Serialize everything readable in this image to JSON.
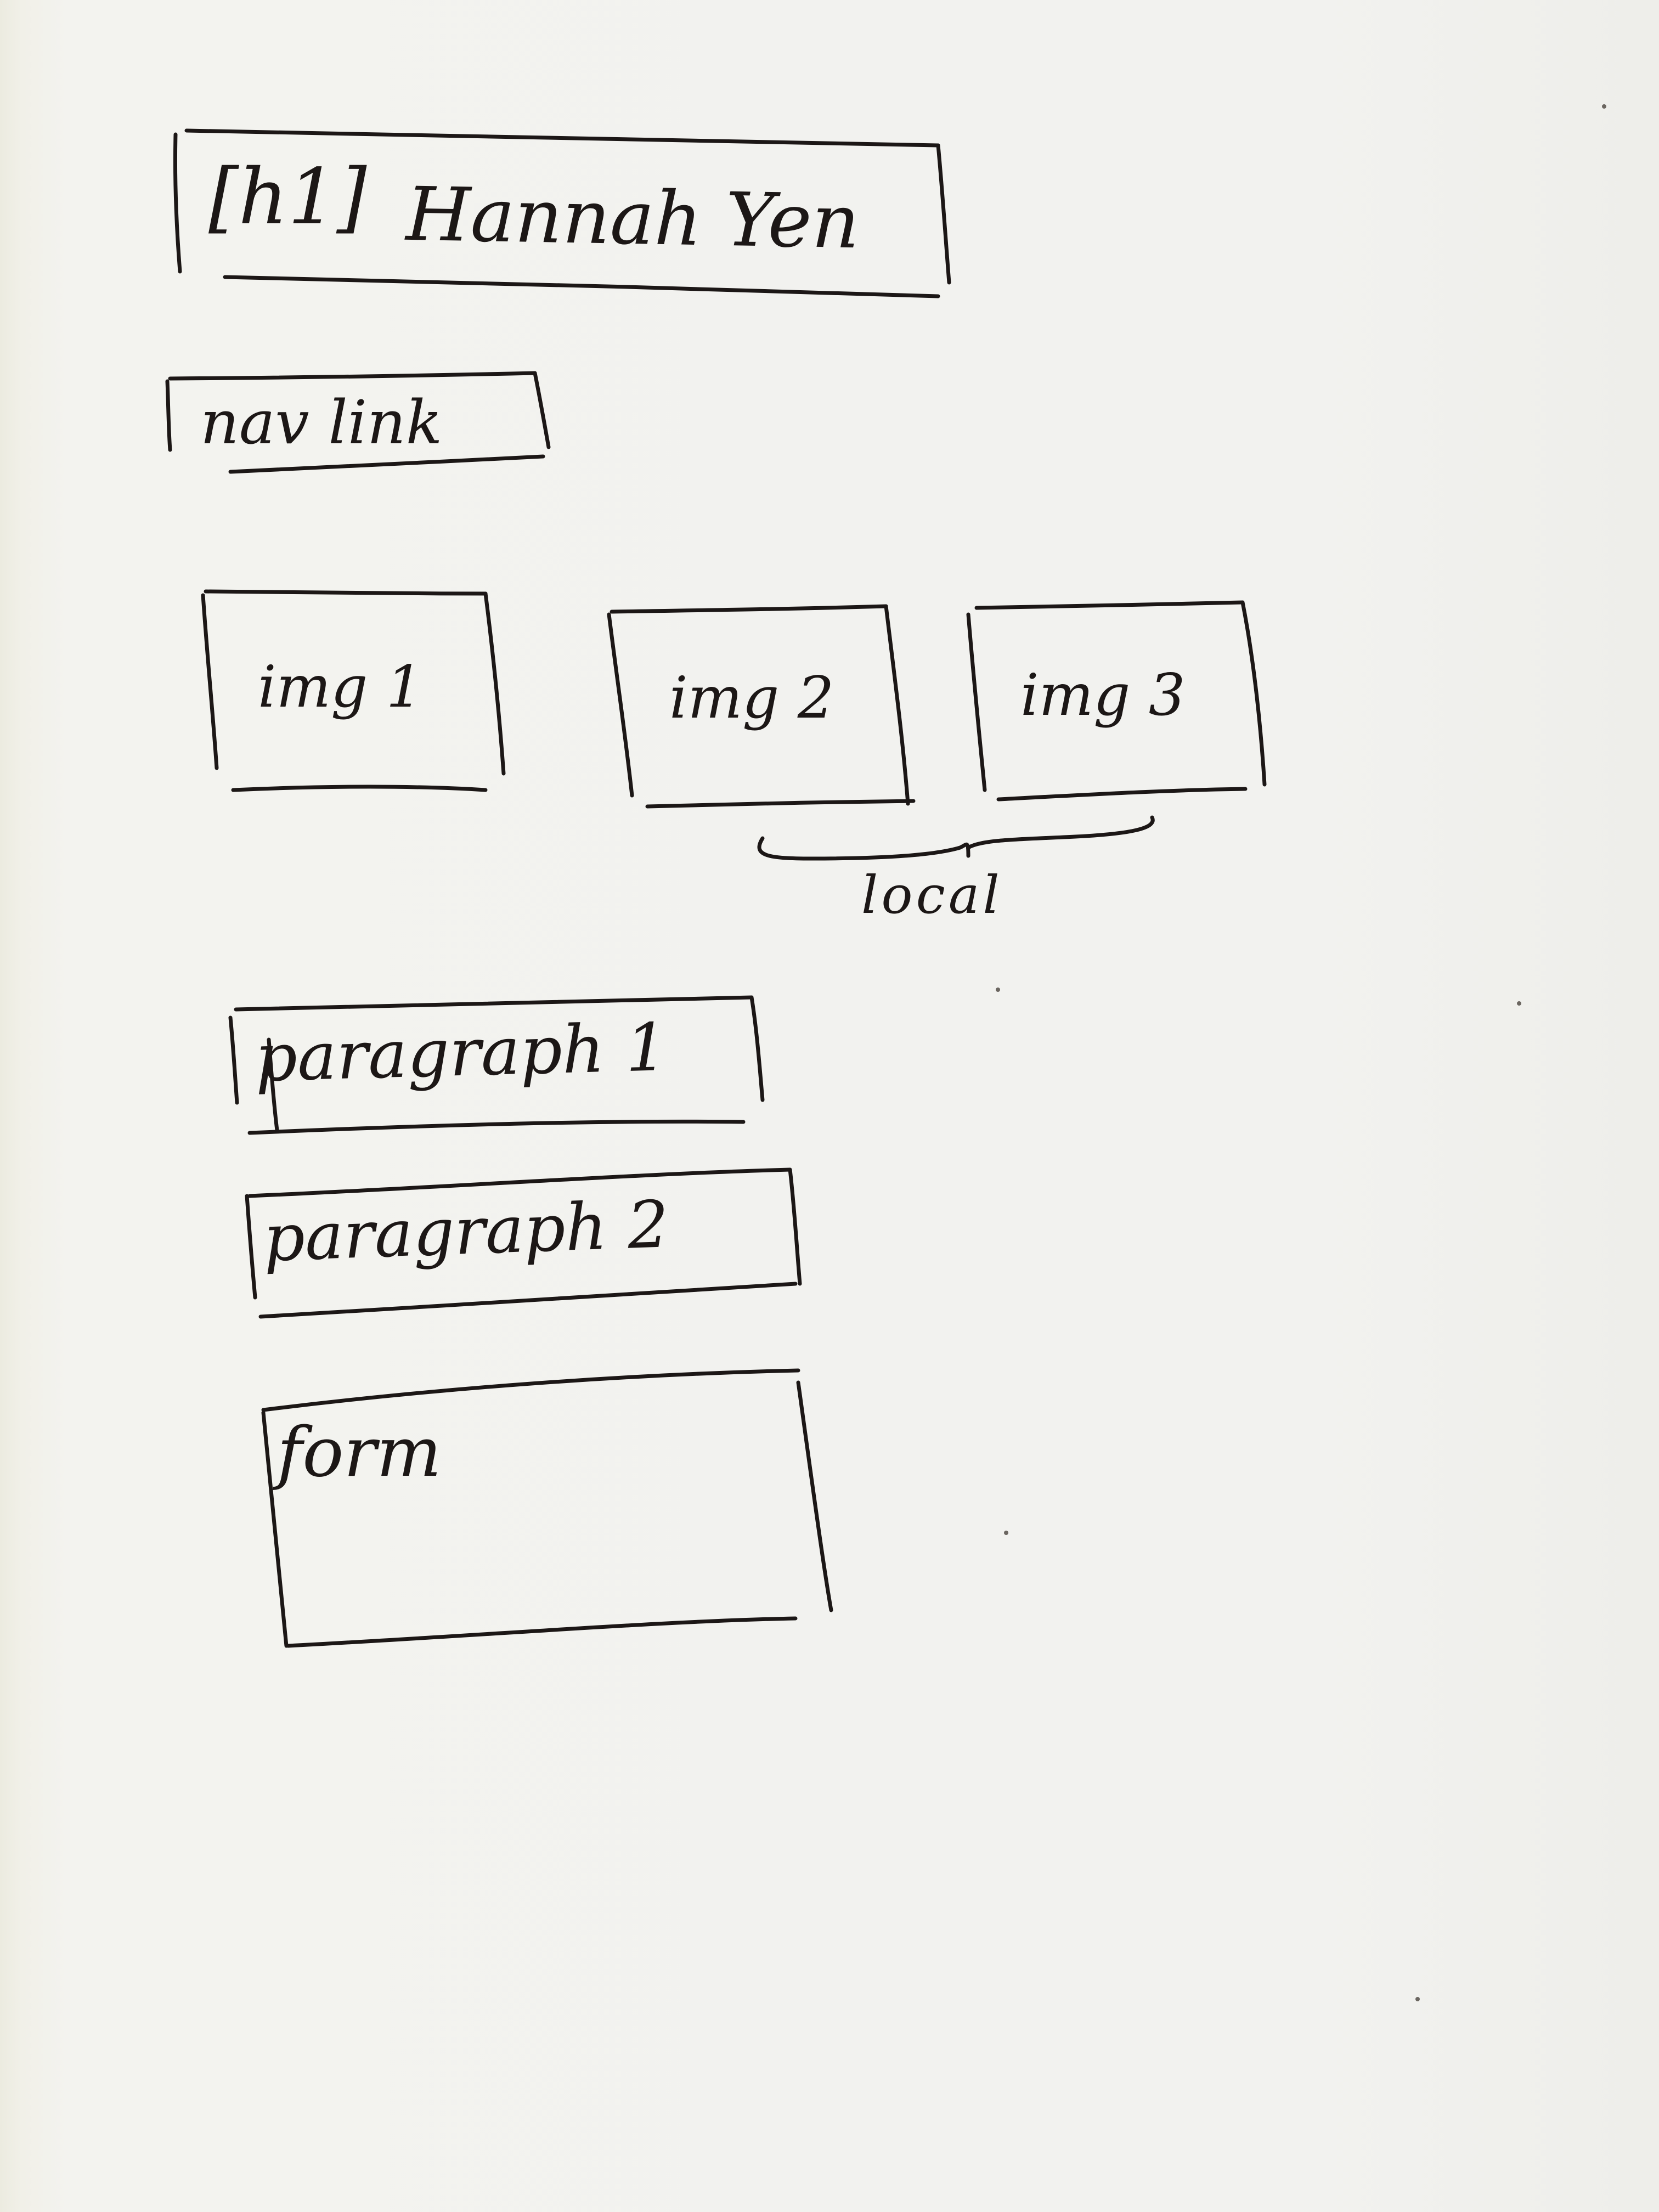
{
  "heading": {
    "tag": "[h1]",
    "name": "Hannah Yen"
  },
  "nav": {
    "label": "nav link"
  },
  "images": [
    {
      "label": "img 1"
    },
    {
      "label": "img 2"
    },
    {
      "label": "img 3"
    }
  ],
  "local_group": {
    "label": "local"
  },
  "paragraphs": [
    {
      "label": "paragraph 1"
    },
    {
      "label": "paragraph 2"
    }
  ],
  "form": {
    "label": "form"
  }
}
